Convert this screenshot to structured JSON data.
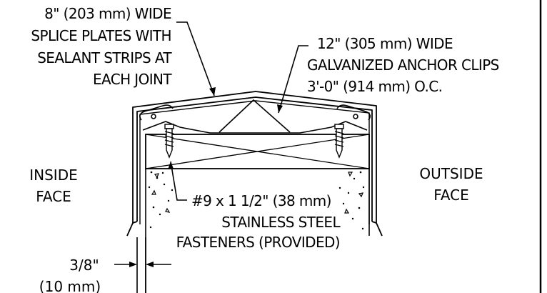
{
  "labels": {
    "splice": [
      "8\" (203 mm) WIDE",
      "SPLICE PLATES WITH",
      "SEALANT STRIPS AT",
      "EACH JOINT"
    ],
    "anchor": [
      "12\" (305 mm) WIDE",
      "GALVANIZED ANCHOR CLIPS",
      "3'-0\" (914 mm) O.C."
    ],
    "inside": [
      "INSIDE",
      "FACE"
    ],
    "outside": [
      "OUTSIDE",
      "FACE"
    ],
    "fasteners": [
      "#9 x 1 1/2\" (38 mm)",
      "STAINLESS STEEL",
      "FASTENERS (PROVIDED)"
    ],
    "dimension": [
      "3/8\"",
      "(10 mm)"
    ]
  },
  "colors": {
    "line": "#000000",
    "background": "#ffffff",
    "fill": "#ffffff"
  }
}
